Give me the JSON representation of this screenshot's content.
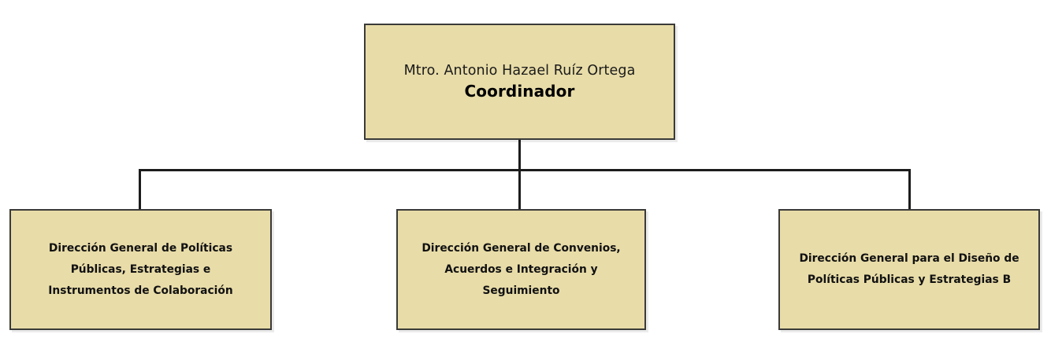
{
  "chart": {
    "type": "org-chart",
    "orientation": "top-down",
    "root": {
      "person_name": "Mtro. Antonio Hazael Ruíz Ortega",
      "title": "Coordinador"
    },
    "children": [
      {
        "label": "Dirección General de Políticas\nPúblicas, Estrategias e\nInstrumentos de Colaboración"
      },
      {
        "label": "Dirección General de Convenios,\nAcuerdos e Integración y\nSeguimiento"
      },
      {
        "label": "Dirección General para el Diseño de\nPolíticas Públicas y Estrategias B"
      }
    ],
    "colors": {
      "node_fill": "#e8dca8",
      "node_border": "#3a3a38",
      "connector": "#1c1c1c",
      "text": "#121212",
      "background": "#ffffff"
    }
  }
}
